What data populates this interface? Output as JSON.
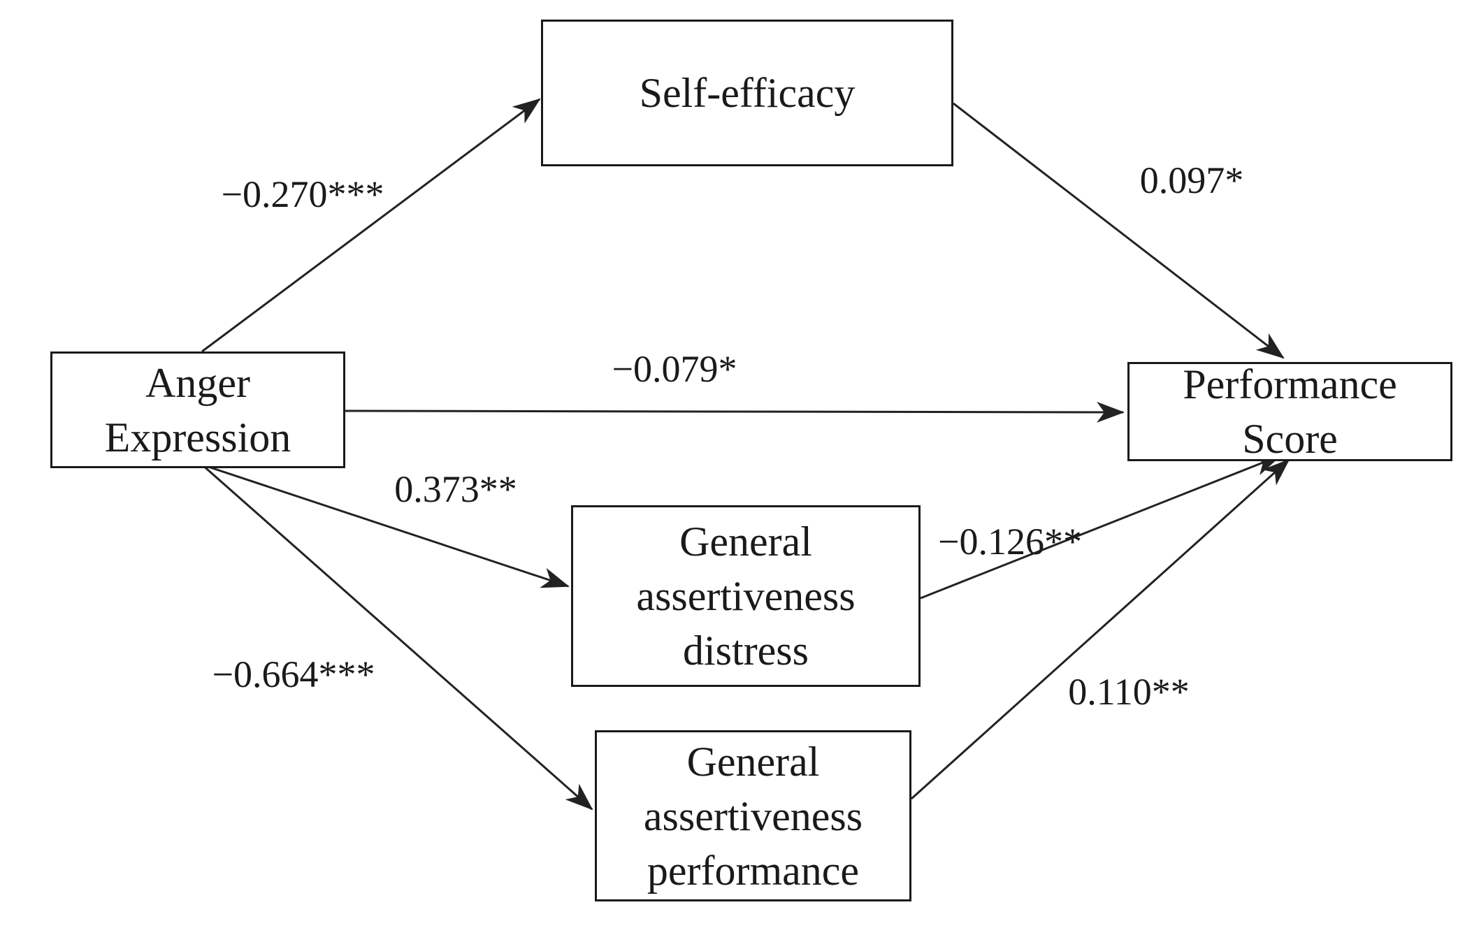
{
  "diagram": {
    "type": "path-diagram",
    "colors": {
      "background": "#ffffff",
      "ink": "#1a1a1a"
    },
    "nodes": {
      "anger_expression": {
        "label": "Anger Expression"
      },
      "self_efficacy": {
        "label": "Self-efficacy"
      },
      "performance_score": {
        "label": "Performance Score"
      },
      "general_assertiveness_distress": {
        "label": "General assertiveness distress"
      },
      "general_assertiveness_performance": {
        "label": "General assertiveness performance"
      }
    },
    "edges": [
      {
        "from": "anger_expression",
        "to": "self_efficacy",
        "coefficient": "−0.270***"
      },
      {
        "from": "self_efficacy",
        "to": "performance_score",
        "coefficient": "0.097*"
      },
      {
        "from": "anger_expression",
        "to": "performance_score",
        "coefficient": "−0.079*"
      },
      {
        "from": "anger_expression",
        "to": "general_assertiveness_distress",
        "coefficient": "0.373**"
      },
      {
        "from": "general_assertiveness_distress",
        "to": "performance_score",
        "coefficient": "−0.126**"
      },
      {
        "from": "anger_expression",
        "to": "general_assertiveness_performance",
        "coefficient": "−0.664***"
      },
      {
        "from": "general_assertiveness_performance",
        "to": "performance_score",
        "coefficient": "0.110**"
      }
    ]
  }
}
